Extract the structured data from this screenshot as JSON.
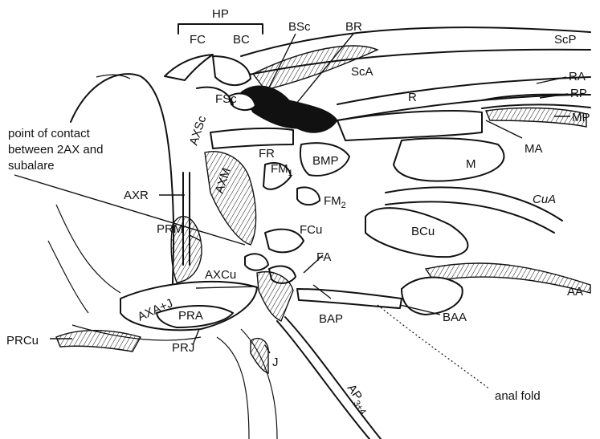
{
  "labels": {
    "hp": "HP",
    "fc": "FC",
    "bc": "BC",
    "bsc": "BSc",
    "br": "BR",
    "scp": "ScP",
    "sca": "ScA",
    "ra": "RA",
    "rp": "RP",
    "mp": "MP",
    "r": "R",
    "ma": "MA",
    "m": "M",
    "fsc": "FSc",
    "axsc": "AXSc",
    "fr": "FR",
    "axr": "AXR",
    "axm": "AXM",
    "fm1_main": "FM",
    "fm1_sub": "1",
    "bmp": "BMP",
    "fm2_main": "FM",
    "fm2_sub": "2",
    "cua": "CuA",
    "bcu": "BCu",
    "contact_line1": "point of contact",
    "contact_line2": "between 2AX and",
    "contact_line3": "subalare",
    "prm": "PRM",
    "fcu": "FCu",
    "fa": "FA",
    "axcu": "AXCu",
    "axaj": "AXA+J",
    "pra": "PRA",
    "aa": "AA",
    "baa": "BAA",
    "bap": "BAP",
    "prcu": "PRCu",
    "prj": "PRJ",
    "j": "J",
    "ap_main": "AP",
    "ap_sub": "3+4",
    "anal_fold": "anal fold"
  }
}
